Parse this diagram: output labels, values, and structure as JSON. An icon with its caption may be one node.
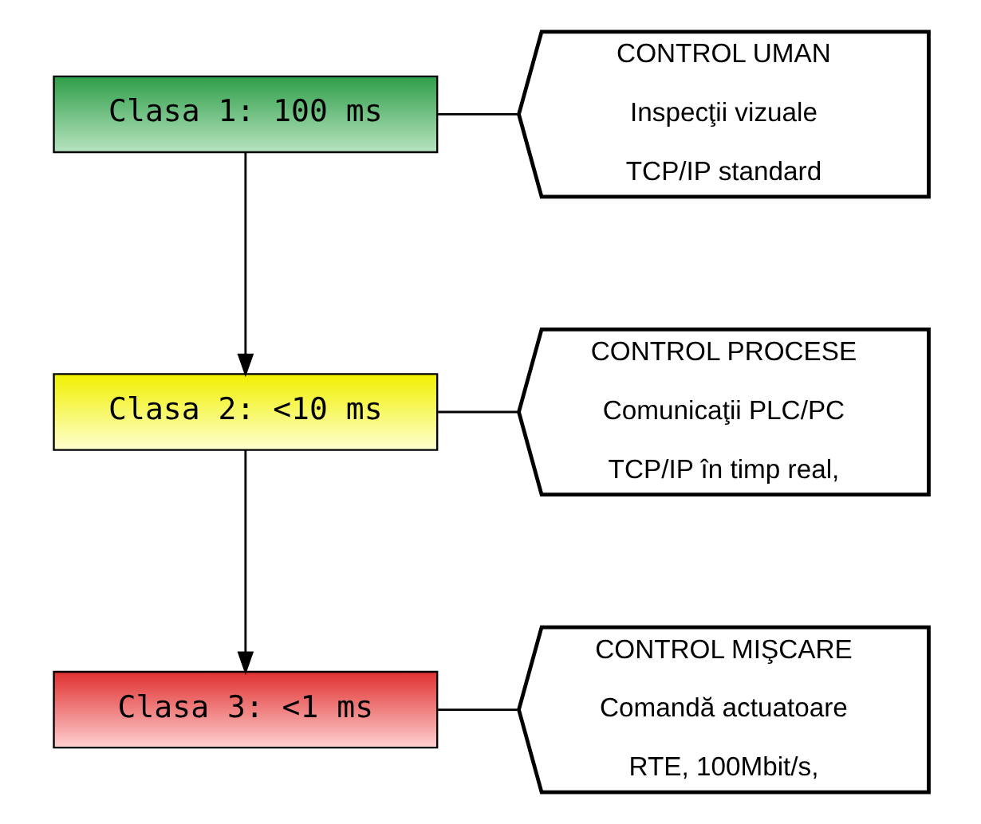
{
  "diagram": {
    "nodes": [
      {
        "text": [
          "Clasa 1: 100 ms"
        ]
      },
      {
        "text": [
          "CONTROL UMAN",
          "Inspecţii vizuale",
          "TCP/IP standard"
        ]
      },
      {
        "text": [
          "Clasa 2: <10 ms"
        ]
      },
      {
        "text": [
          "CONTROL PROCESE",
          "Comunicaţii PLC/PC",
          "TCP/IP în timp real,"
        ]
      },
      {
        "text": [
          "Clasa 3: <1 ms"
        ]
      },
      {
        "text": [
          "CONTROL MIŞCARE",
          "Comandă actuatoare",
          "RTE, 100Mbit/s,"
        ]
      }
    ],
    "edges": [
      {
        "from": 0,
        "to": 1,
        "arrow": "none"
      },
      {
        "from": 0,
        "to": 2,
        "arrow": "to"
      },
      {
        "from": 2,
        "to": 3,
        "arrow": "none"
      },
      {
        "from": 2,
        "to": 4,
        "arrow": "to"
      },
      {
        "from": 4,
        "to": 5,
        "arrow": "none"
      }
    ]
  }
}
